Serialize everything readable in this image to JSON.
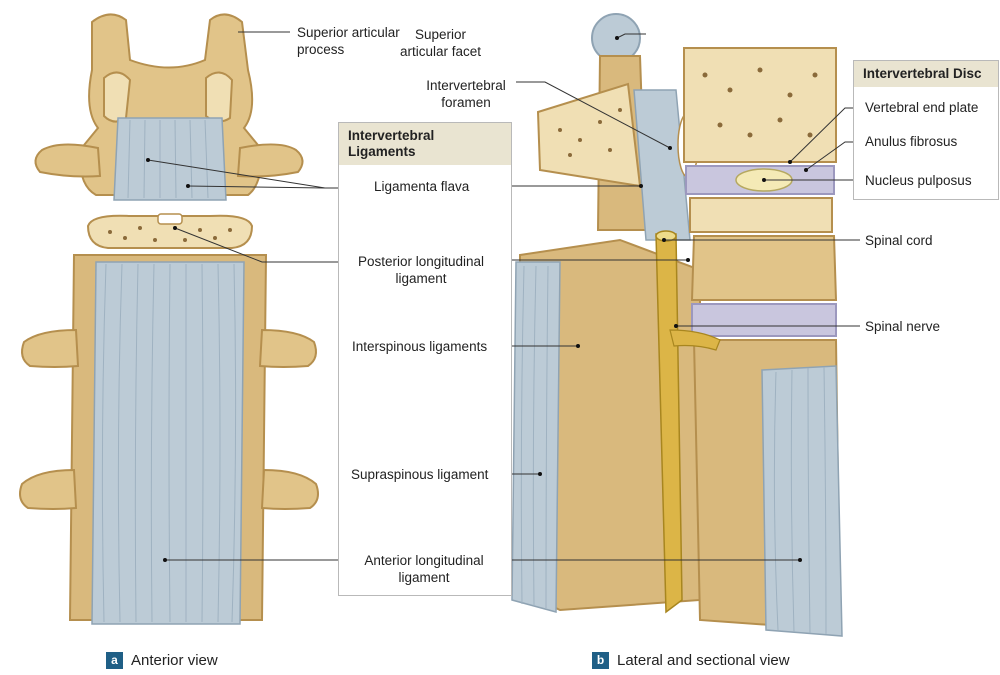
{
  "ligaments_box": {
    "title_line1": "Intervertebral",
    "title_line2": "Ligaments",
    "ligamenta_flava": "Ligamenta flava",
    "posterior_longitudinal_1": "Posterior longitudinal",
    "posterior_longitudinal_2": "ligament",
    "interspinous": "Interspinous ligaments",
    "supraspinous": "Supraspinous ligament",
    "anterior_longitudinal_1": "Anterior longitudinal",
    "anterior_longitudinal_2": "ligament"
  },
  "disc_box": {
    "title": "Intervertebral Disc",
    "vertebral_end_plate": "Vertebral end plate",
    "anulus_fibrosus": "Anulus fibrosus",
    "nucleus_pulposus": "Nucleus pulposus"
  },
  "labels": {
    "superior_articular_process_1": "Superior articular",
    "superior_articular_process_2": "process",
    "superior_articular_facet_1": "Superior",
    "superior_articular_facet_2": "articular facet",
    "intervertebral_foramen_1": "Intervertebral",
    "intervertebral_foramen_2": "foramen",
    "spinal_cord": "Spinal cord",
    "spinal_nerve": "Spinal nerve"
  },
  "captions": {
    "a_badge": "a",
    "a_text": "Anterior view",
    "b_badge": "b",
    "b_text": "Lateral and sectional view"
  },
  "colors": {
    "bone": "#e1c489",
    "bone_dark": "#b58f4e",
    "ligament": "#bccbd6",
    "ligament_dark": "#8fa3b3",
    "disc": "#c9c6de",
    "nerve": "#dcb547",
    "header_fill": "#e9e4d1",
    "badge": "#1f5f86"
  }
}
